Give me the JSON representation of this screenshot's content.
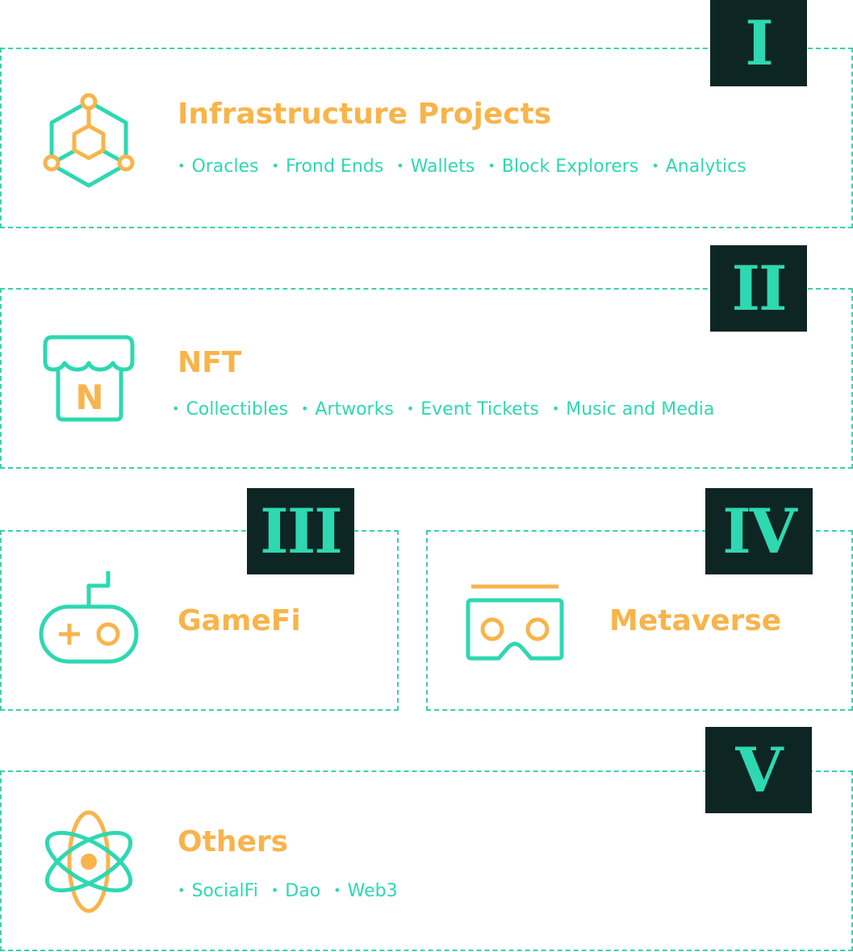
{
  "sections": [
    {
      "numeral": "I",
      "title": "Infrastructure Projects",
      "tags": [
        "Oracles",
        "Frond Ends",
        "Wallets",
        "Block Explorers",
        "Analytics"
      ]
    },
    {
      "numeral": "II",
      "title": "NFT",
      "tags": [
        "Collectibles",
        "Artworks",
        "Event Tickets",
        "Music and Media"
      ]
    },
    {
      "numeral": "III",
      "title": "GameFi",
      "tags": []
    },
    {
      "numeral": "IV",
      "title": "Metaverse",
      "tags": []
    },
    {
      "numeral": "V",
      "title": "Others",
      "tags": [
        "SocialFi",
        "Dao",
        "Web3"
      ]
    }
  ],
  "icons": {
    "infrastructure": "network-hexagon-icon",
    "nft": "nft-store-icon",
    "nft_letter": "N",
    "gamefi": "gamepad-icon",
    "metaverse": "vr-headset-icon",
    "others": "atom-icon"
  },
  "colors": {
    "accent_green": "#2ed8b1",
    "accent_orange": "#f8b44b",
    "badge_bg": "#0d2624",
    "border": "#3ad2ad"
  }
}
